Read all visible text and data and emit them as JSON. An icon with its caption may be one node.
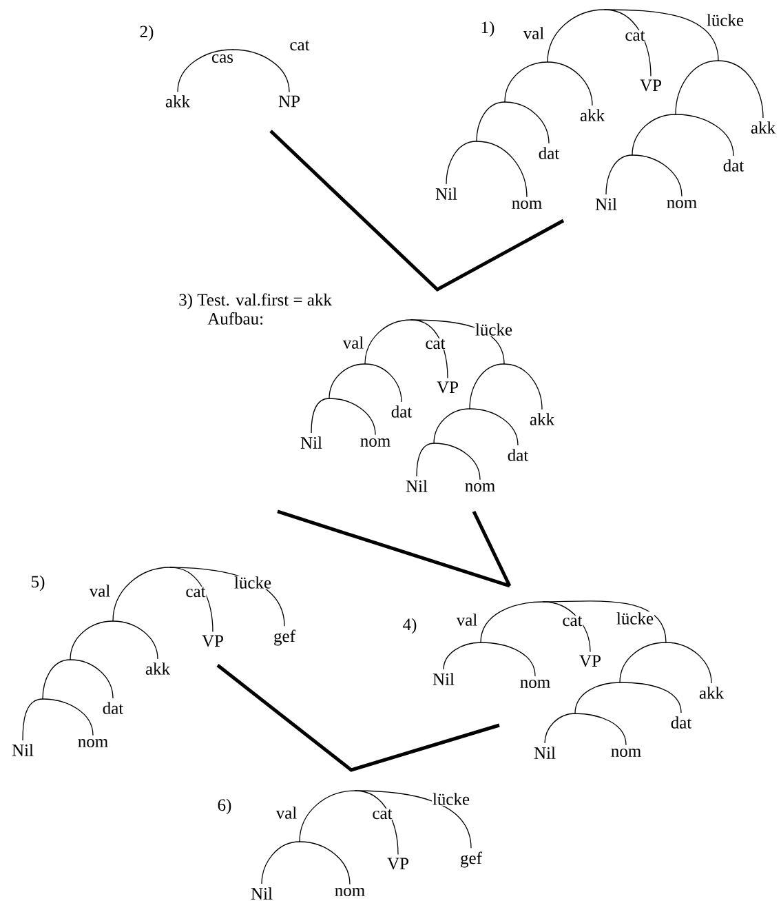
{
  "diagram": {
    "nodes": [
      {
        "text": [],
        "shape": "point"
      },
      {
        "text": [
          "akk"
        ]
      },
      {
        "text": [
          "NP"
        ]
      },
      {
        "text": [],
        "shape": "point"
      },
      {
        "text": [],
        "shape": "point"
      },
      {
        "text": [],
        "shape": "point"
      },
      {
        "text": [],
        "shape": "point"
      },
      {
        "text": [
          "Nil"
        ]
      },
      {
        "text": [
          "nom"
        ]
      },
      {
        "text": [
          "dat"
        ]
      },
      {
        "text": [
          "akk"
        ]
      },
      {
        "text": [
          "VP"
        ]
      },
      {
        "text": [],
        "shape": "point"
      },
      {
        "text": [],
        "shape": "point"
      },
      {
        "text": [],
        "shape": "point"
      },
      {
        "text": [
          "Nil"
        ]
      },
      {
        "text": [
          "nom"
        ]
      },
      {
        "text": [
          "dat"
        ]
      },
      {
        "text": [
          "akk"
        ]
      },
      {
        "text": [],
        "shape": "point"
      },
      {
        "text": [],
        "shape": "point"
      },
      {
        "text": [],
        "shape": "point"
      },
      {
        "text": [
          "Nil"
        ]
      },
      {
        "text": [
          "nom"
        ]
      },
      {
        "text": [
          "dat"
        ]
      },
      {
        "text": [
          "VP"
        ]
      },
      {
        "text": [],
        "shape": "point"
      },
      {
        "text": [],
        "shape": "point"
      },
      {
        "text": [],
        "shape": "point"
      },
      {
        "text": [
          "Nil"
        ]
      },
      {
        "text": [
          "nom"
        ]
      },
      {
        "text": [
          "dat"
        ]
      },
      {
        "text": [
          "akk"
        ]
      },
      {
        "text": [],
        "shape": "point"
      },
      {
        "text": [],
        "shape": "point"
      },
      {
        "text": [],
        "shape": "point"
      },
      {
        "text": [],
        "shape": "point"
      },
      {
        "text": [
          "Nil"
        ]
      },
      {
        "text": [
          "nom"
        ]
      },
      {
        "text": [
          "dat"
        ]
      },
      {
        "text": [
          "akk"
        ]
      },
      {
        "text": [
          "VP"
        ]
      },
      {
        "text": [
          "gef"
        ]
      },
      {
        "text": [],
        "shape": "point"
      },
      {
        "text": [],
        "shape": "point"
      },
      {
        "text": [
          "Nil"
        ]
      },
      {
        "text": [
          "nom"
        ]
      },
      {
        "text": [
          "VP"
        ]
      },
      {
        "text": [],
        "shape": "point"
      },
      {
        "text": [],
        "shape": "point"
      },
      {
        "text": [],
        "shape": "point"
      },
      {
        "text": [
          "Nil"
        ]
      },
      {
        "text": [
          "nom"
        ]
      },
      {
        "text": [
          "dat"
        ]
      },
      {
        "text": [
          "akk"
        ]
      },
      {
        "text": [],
        "shape": "point"
      },
      {
        "text": [],
        "shape": "point"
      },
      {
        "text": [
          "Nil"
        ]
      },
      {
        "text": [
          "nom"
        ]
      },
      {
        "text": [
          "VP"
        ]
      },
      {
        "text": [
          "gef"
        ]
      }
    ],
    "edges": [
      {
        "from": 0,
        "to": 1,
        "arrow": "none",
        "label": "cas"
      },
      {
        "from": 0,
        "to": 2,
        "arrow": "none",
        "label": "cat"
      },
      {
        "from": 3,
        "to": 4,
        "arrow": "none",
        "label": "val"
      },
      {
        "from": 3,
        "to": 11,
        "arrow": "none",
        "label": "cat"
      },
      {
        "from": 3,
        "to": 12,
        "arrow": "none",
        "label": "lücke"
      },
      {
        "from": 4,
        "to": 5,
        "arrow": "none"
      },
      {
        "from": 4,
        "to": 10,
        "arrow": "none"
      },
      {
        "from": 5,
        "to": 6,
        "arrow": "none"
      },
      {
        "from": 5,
        "to": 9,
        "arrow": "none"
      },
      {
        "from": 6,
        "to": 7,
        "arrow": "none"
      },
      {
        "from": 6,
        "to": 8,
        "arrow": "none"
      },
      {
        "from": 12,
        "to": 13,
        "arrow": "none"
      },
      {
        "from": 12,
        "to": 18,
        "arrow": "none"
      },
      {
        "from": 13,
        "to": 14,
        "arrow": "none"
      },
      {
        "from": 13,
        "to": 17,
        "arrow": "none"
      },
      {
        "from": 14,
        "to": 15,
        "arrow": "none"
      },
      {
        "from": 14,
        "to": 16,
        "arrow": "none"
      },
      {
        "from": 19,
        "to": 20,
        "arrow": "none",
        "label": "val"
      },
      {
        "from": 19,
        "to": 25,
        "arrow": "none",
        "label": "cat"
      },
      {
        "from": 19,
        "to": 26,
        "arrow": "none",
        "label": "lücke"
      },
      {
        "from": 20,
        "to": 21,
        "arrow": "none"
      },
      {
        "from": 20,
        "to": 24,
        "arrow": "none"
      },
      {
        "from": 21,
        "to": 22,
        "arrow": "none"
      },
      {
        "from": 21,
        "to": 23,
        "arrow": "none"
      },
      {
        "from": 26,
        "to": 27,
        "arrow": "none"
      },
      {
        "from": 26,
        "to": 32,
        "arrow": "none"
      },
      {
        "from": 27,
        "to": 28,
        "arrow": "none"
      },
      {
        "from": 27,
        "to": 31,
        "arrow": "none"
      },
      {
        "from": 28,
        "to": 29,
        "arrow": "none"
      },
      {
        "from": 28,
        "to": 30,
        "arrow": "none"
      },
      {
        "from": 33,
        "to": 34,
        "arrow": "none",
        "label": "val"
      },
      {
        "from": 33,
        "to": 41,
        "arrow": "none",
        "label": "cat"
      },
      {
        "from": 33,
        "to": 42,
        "arrow": "none",
        "label": "lücke"
      },
      {
        "from": 34,
        "to": 35,
        "arrow": "none"
      },
      {
        "from": 34,
        "to": 40,
        "arrow": "none"
      },
      {
        "from": 35,
        "to": 36,
        "arrow": "none"
      },
      {
        "from": 35,
        "to": 39,
        "arrow": "none"
      },
      {
        "from": 36,
        "to": 37,
        "arrow": "none"
      },
      {
        "from": 36,
        "to": 38,
        "arrow": "none"
      },
      {
        "from": 43,
        "to": 44,
        "arrow": "none",
        "label": "val"
      },
      {
        "from": 43,
        "to": 47,
        "arrow": "none",
        "label": "cat"
      },
      {
        "from": 43,
        "to": 48,
        "arrow": "none",
        "label": "lücke"
      },
      {
        "from": 44,
        "to": 45,
        "arrow": "none"
      },
      {
        "from": 44,
        "to": 46,
        "arrow": "none"
      },
      {
        "from": 48,
        "to": 49,
        "arrow": "none"
      },
      {
        "from": 48,
        "to": 54,
        "arrow": "none"
      },
      {
        "from": 49,
        "to": 50,
        "arrow": "none"
      },
      {
        "from": 49,
        "to": 53,
        "arrow": "none"
      },
      {
        "from": 50,
        "to": 51,
        "arrow": "none"
      },
      {
        "from": 50,
        "to": 52,
        "arrow": "none"
      },
      {
        "from": 55,
        "to": 56,
        "arrow": "none",
        "label": "val"
      },
      {
        "from": 55,
        "to": 59,
        "arrow": "none",
        "label": "cat"
      },
      {
        "from": 55,
        "to": 60,
        "arrow": "none",
        "label": "lücke"
      },
      {
        "from": 56,
        "to": 57,
        "arrow": "none"
      },
      {
        "from": 56,
        "to": 58,
        "arrow": "none"
      }
    ],
    "labels": [
      "2)",
      "1)",
      "3) Test. val.first = akk",
      "Aufbau:",
      "5)",
      "4)",
      "6)"
    ]
  }
}
